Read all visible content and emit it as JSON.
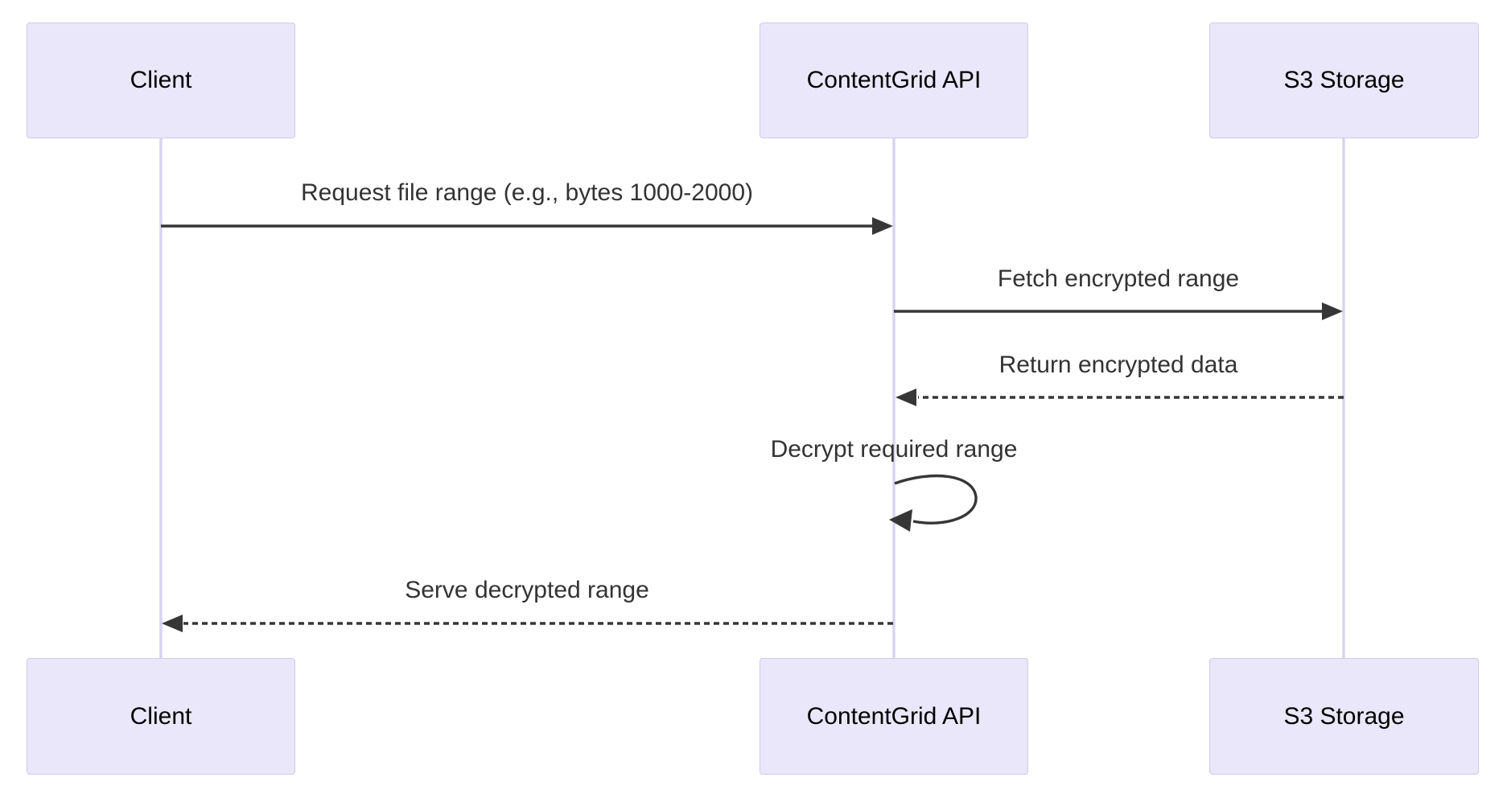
{
  "diagram": {
    "type": "sequence-diagram",
    "background": "#ffffff",
    "colors": {
      "actor_fill": "#e9e7f9",
      "actor_border": "#d2c9ec",
      "lifeline": "#d9d2f0",
      "message_line": "#363636",
      "message_text": "#333333",
      "actor_text": "#000000"
    },
    "actors": [
      {
        "id": "client",
        "label": "Client"
      },
      {
        "id": "contentgrid-api",
        "label": "ContentGrid API"
      },
      {
        "id": "s3-storage",
        "label": "S3 Storage"
      }
    ],
    "messages": [
      {
        "from": "client",
        "to": "contentgrid-api",
        "style": "solid",
        "label": "Request file range (e.g., bytes 1000-2000)"
      },
      {
        "from": "contentgrid-api",
        "to": "s3-storage",
        "style": "solid",
        "label": "Fetch encrypted range"
      },
      {
        "from": "s3-storage",
        "to": "contentgrid-api",
        "style": "dashed",
        "label": "Return encrypted data"
      },
      {
        "from": "contentgrid-api",
        "to": "contentgrid-api",
        "style": "self-loop",
        "label": "Decrypt required range"
      },
      {
        "from": "contentgrid-api",
        "to": "client",
        "style": "dashed",
        "label": "Serve decrypted range"
      }
    ]
  }
}
